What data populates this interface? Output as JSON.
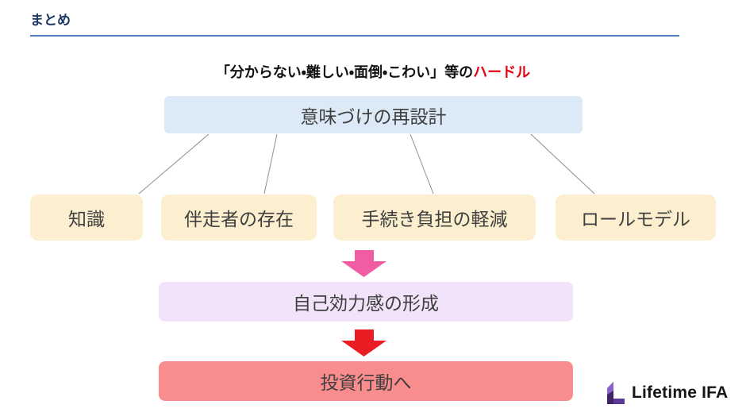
{
  "slide": {
    "title": "まとめ",
    "subtitle": {
      "prefix": "「分からない・難しい・面倒・こわい」等の",
      "highlight": "ハードル"
    },
    "top_box": {
      "label": "意味づけの再設計"
    },
    "factors": [
      {
        "label": "知識"
      },
      {
        "label": "伴走者の存在"
      },
      {
        "label": "手続き負担の軽減"
      },
      {
        "label": "ロールモデル"
      }
    ],
    "middle_box": {
      "label": "自己効力感の形成"
    },
    "bottom_box": {
      "label": "投資行動へ"
    },
    "logo": {
      "text": "Lifetime IFA"
    },
    "colors": {
      "title": "#1F3864",
      "rule": "#4E7DBF",
      "highlight": "#E60012",
      "top_box_bg": "#DCE9F6",
      "factor_box_bg": "#FCEFCF",
      "middle_box_bg": "#F3E3FA",
      "bottom_box_bg": "#F98C8C",
      "arrow_pink": "#F25CA2",
      "arrow_red": "#EC1C24",
      "logo_purple_dark": "#3F2566",
      "logo_purple_mid": "#5A3A96",
      "logo_purple_light": "#8A63D2"
    }
  }
}
